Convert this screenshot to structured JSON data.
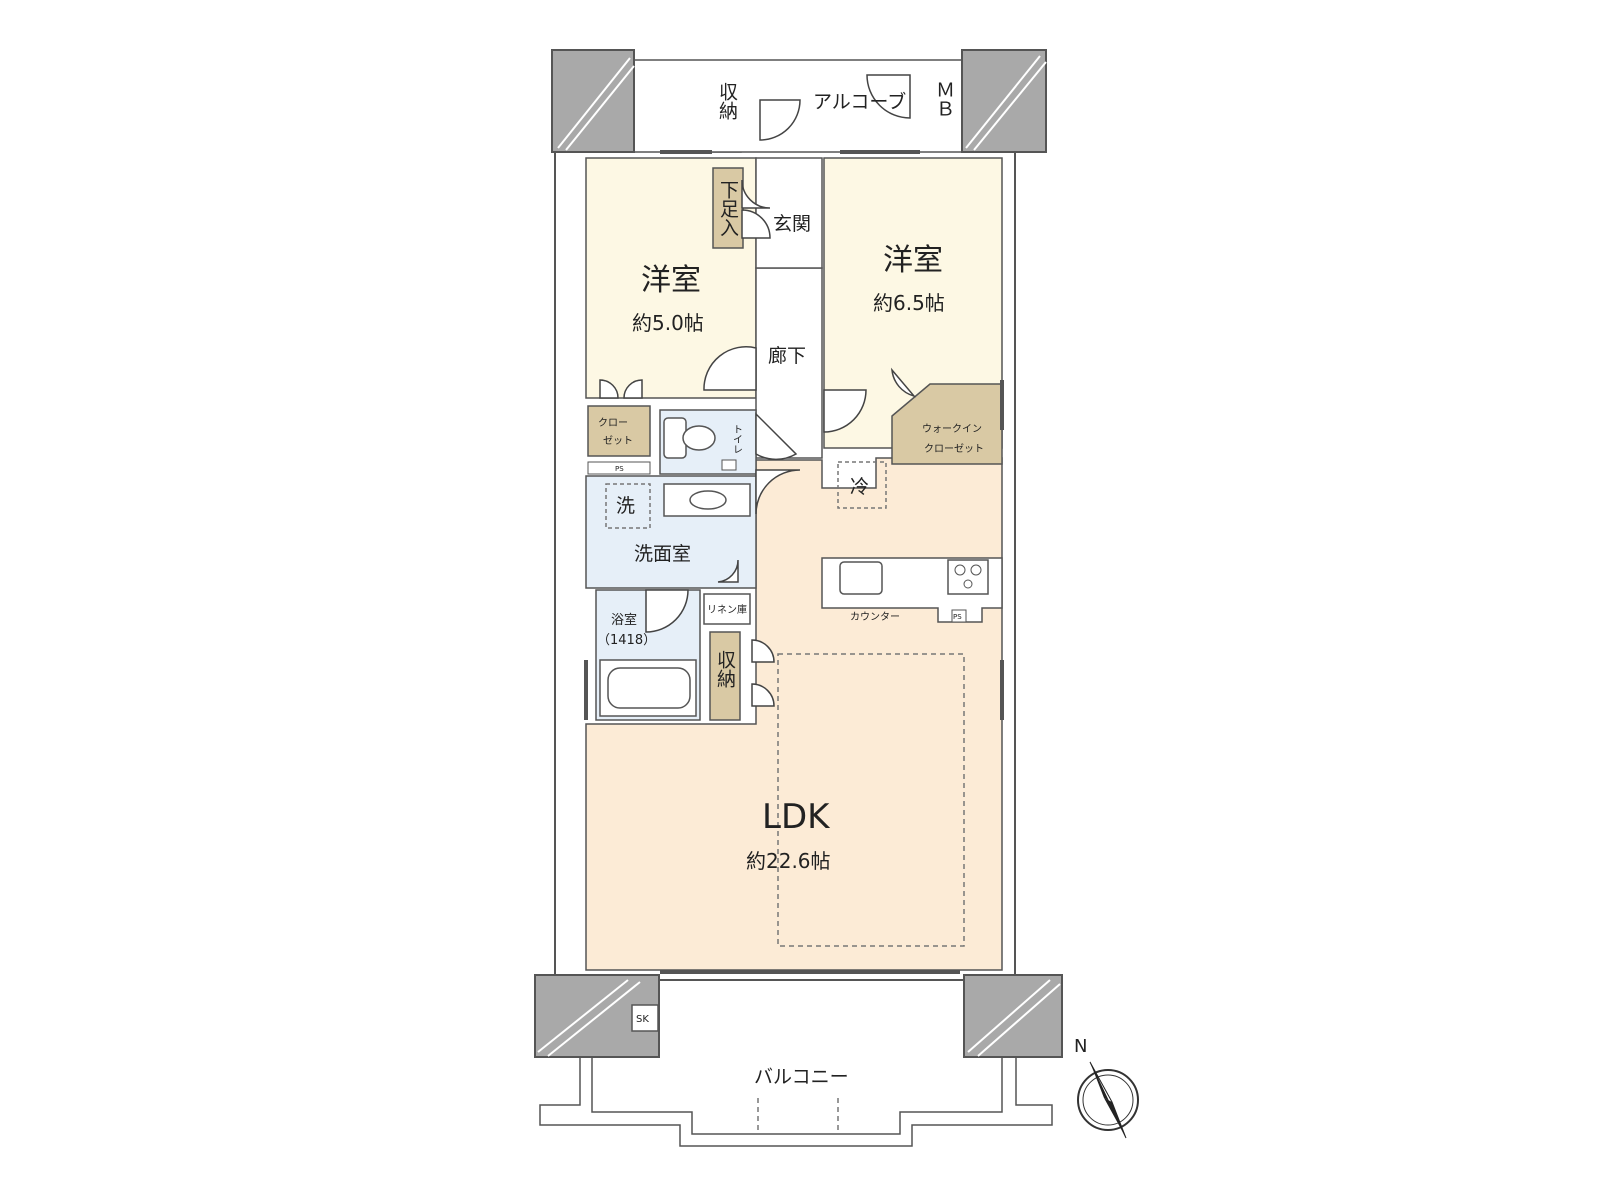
{
  "rooms": {
    "western_room_1": {
      "name": "洋室",
      "area": "約5.0帖"
    },
    "western_room_2": {
      "name": "洋室",
      "area": "約6.5帖"
    },
    "ldk": {
      "name": "LDK",
      "area": "約22.6帖"
    },
    "hallway": "廊下",
    "entrance": "玄関",
    "alcove": "アルコーブ",
    "balcony": "バルコニー",
    "washroom": "洗面室",
    "bathroom": {
      "name": "浴室",
      "size": "（1418）"
    },
    "toilet": "トイレ"
  },
  "storage": {
    "alcove_storage": "収納",
    "shoe_box": "下足入",
    "meter_box": "ＭＢ",
    "closet": [
      "クロー",
      "ゼット"
    ],
    "walk_in_closet": [
      "ウォークイン",
      "クローゼット"
    ],
    "linen": "リネン庫",
    "ldk_storage": "収納",
    "ps_toilet": "PS",
    "ps_kitchen": "PS",
    "sk": "SK"
  },
  "fixtures": {
    "fridge": "冷",
    "washer": "洗",
    "counter": "カウンター"
  },
  "compass": {
    "label": "N"
  },
  "colors": {
    "room_fill": "#fdf8e4",
    "ldk_fill": "#fcebd6",
    "wet_fill": "#e6eff8",
    "storage_fill": "#d9c9a4",
    "wall": "#ffffff",
    "column": "#a9a9a9",
    "line": "#555555"
  }
}
